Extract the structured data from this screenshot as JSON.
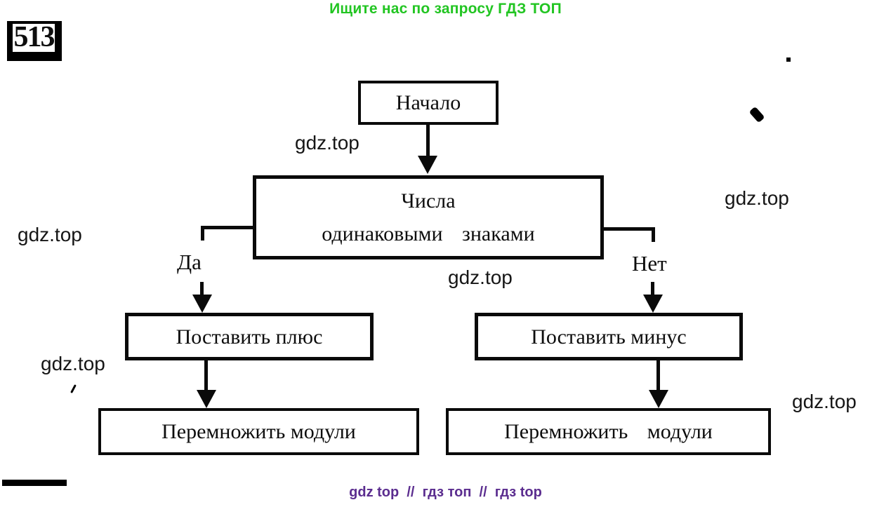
{
  "header": {
    "text": "Ищите нас по запросу ГДЗ ТОП",
    "color": "#22c522"
  },
  "footer": {
    "text": "gdz top  //  гдз топ  //  гдз top",
    "color": "#5b2d8f"
  },
  "problem_number": "513",
  "flowchart": {
    "start": "Начало",
    "condition_line1": "Числа",
    "condition_line2": "одинаковыми знаками",
    "yes_label": "Да",
    "no_label": "Нет",
    "yes_action": "Поставить плюс",
    "no_action": "Поставить минус",
    "yes_result": "Перемножить модули",
    "no_result": "Перемножить модули"
  },
  "watermark": {
    "text": "gdz.top"
  },
  "colors": {
    "ink": "#0a0a0a",
    "background": "#ffffff"
  }
}
